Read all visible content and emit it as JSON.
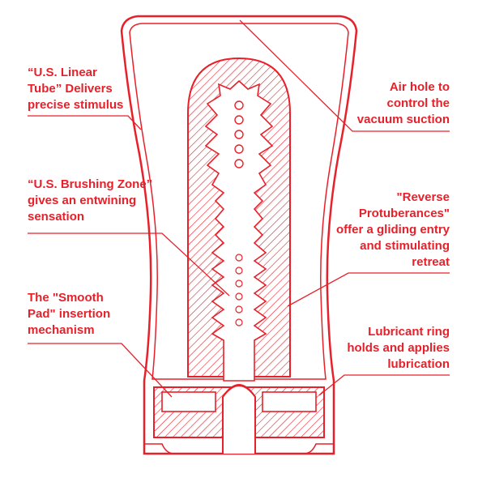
{
  "diagram": {
    "accent_color": "#e8202a",
    "labels": {
      "linear_tube": "“U.S. Linear\nTube” Delivers\nprecise stimulus",
      "brushing_zone": "“U.S. Brushing Zone”\ngives an entwining\nsensation",
      "smooth_pad": "The \"Smooth\nPad\" insertion\nmechanism",
      "air_hole": "Air hole to\ncontrol the\nvacuum suction",
      "reverse_protuberances": "\"Reverse\nProtuberances\"\noffer a gliding entry\nand stimulating\nretreat",
      "lubricant_ring": "Lubricant ring\nholds and applies\nlubrication"
    }
  }
}
